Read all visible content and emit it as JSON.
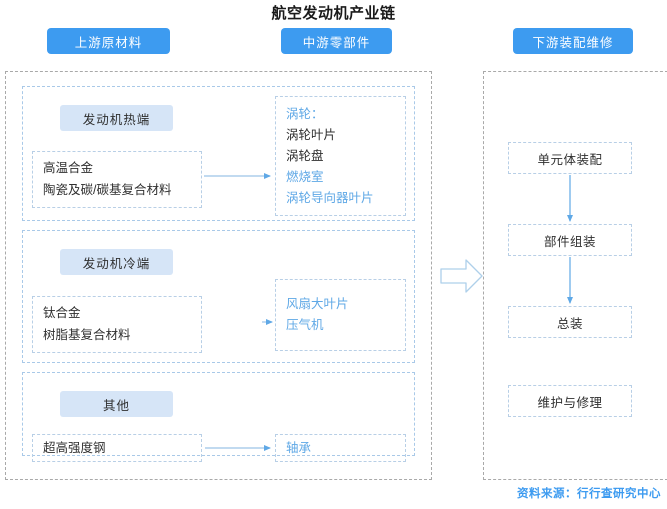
{
  "title": "航空发动机产业链",
  "header": {
    "upstream": "上游原材料",
    "midstream": "中游零部件",
    "downstream": "下游装配维修"
  },
  "colors": {
    "pill_bg": "#3d9bf0",
    "category_bg": "#d6e5f7",
    "accent_text": "#5fa8e6",
    "dark_text": "#2f2f2f",
    "panel_border": "#a9a9a9",
    "inner_border": "#b8cfe6",
    "source_color": "#3d9bf0"
  },
  "left": {
    "groups": [
      {
        "category": "发动机热端",
        "materials": [
          "高温合金",
          "陶瓷及碳/碳基复合材料"
        ],
        "components": [
          {
            "text": "涡轮：",
            "color": "blue"
          },
          {
            "text": "涡轮叶片",
            "color": "dark"
          },
          {
            "text": "涡轮盘",
            "color": "dark"
          },
          {
            "text": "燃烧室",
            "color": "blue"
          },
          {
            "text": "涡轮导向器叶片",
            "color": "blue"
          }
        ]
      },
      {
        "category": "发动机冷端",
        "materials": [
          "钛合金",
          "树脂基复合材料"
        ],
        "components": [
          {
            "text": "风扇大叶片",
            "color": "blue"
          },
          {
            "text": "压气机",
            "color": "blue"
          }
        ]
      },
      {
        "category": "其他",
        "materials": [
          "超高强度钢"
        ],
        "components": [
          {
            "text": "轴承",
            "color": "blue"
          }
        ]
      }
    ]
  },
  "right": {
    "steps": [
      "单元体装配",
      "部件组装",
      "总装",
      "维护与修理"
    ]
  },
  "source": "资料来源：行行查研究中心"
}
